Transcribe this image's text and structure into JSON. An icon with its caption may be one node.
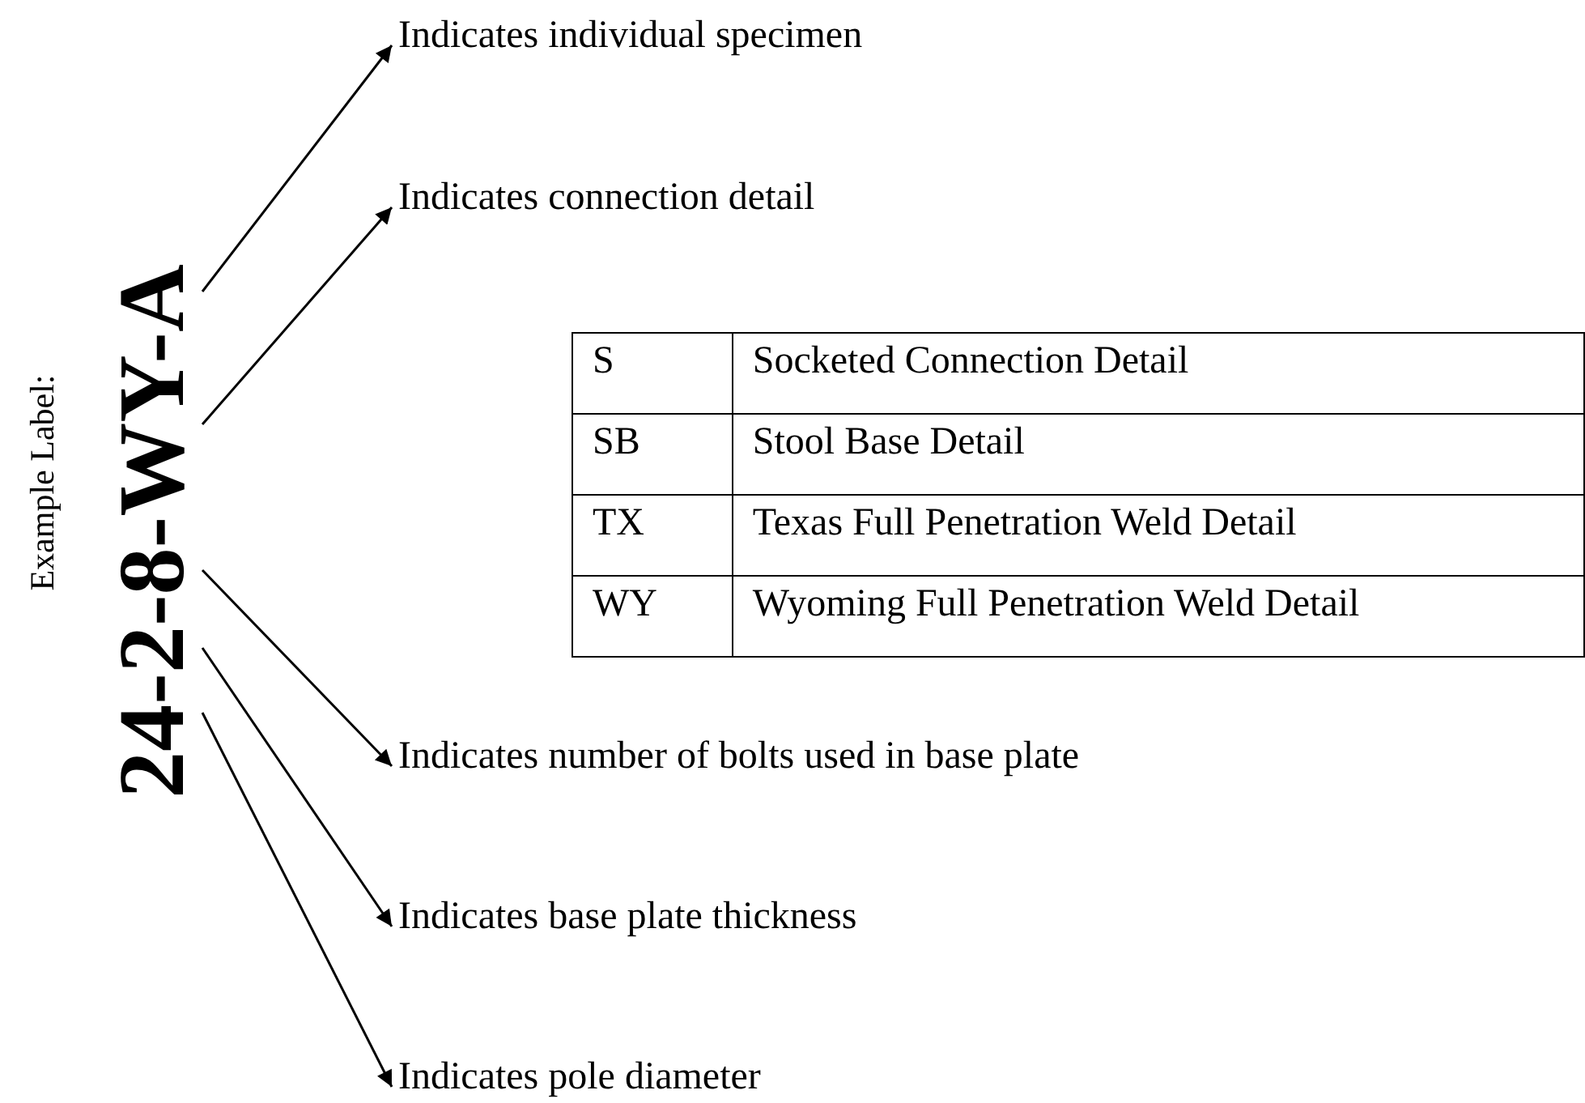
{
  "diagram": {
    "nodes": [
      {
        "text": [
          "24-2-8-WY-A"
        ]
      },
      {
        "text": [
          "Indicates individual specimen"
        ]
      },
      {
        "text": [
          "Indicates connection detail"
        ]
      },
      {
        "text": [
          "Indicates number of bolts used in base plate"
        ]
      },
      {
        "text": [
          "Indicates base plate thickness"
        ]
      },
      {
        "text": [
          "Indicates pole diameter"
        ]
      }
    ],
    "edges": [
      {
        "from": 0,
        "to": 1,
        "arrow": "to"
      },
      {
        "from": 0,
        "to": 2,
        "arrow": "to"
      },
      {
        "from": 0,
        "to": 3,
        "arrow": "to"
      },
      {
        "from": 0,
        "to": 4,
        "arrow": "to"
      },
      {
        "from": 0,
        "to": 5,
        "arrow": "to"
      }
    ],
    "labels": [
      "Example Label:",
      "S",
      "Socketed Connection Detail",
      "SB",
      "Stool Base Detail",
      "TX",
      "Texas Full Penetration Weld Detail",
      "WY",
      "Wyoming Full Penetration Weld Detail"
    ]
  }
}
